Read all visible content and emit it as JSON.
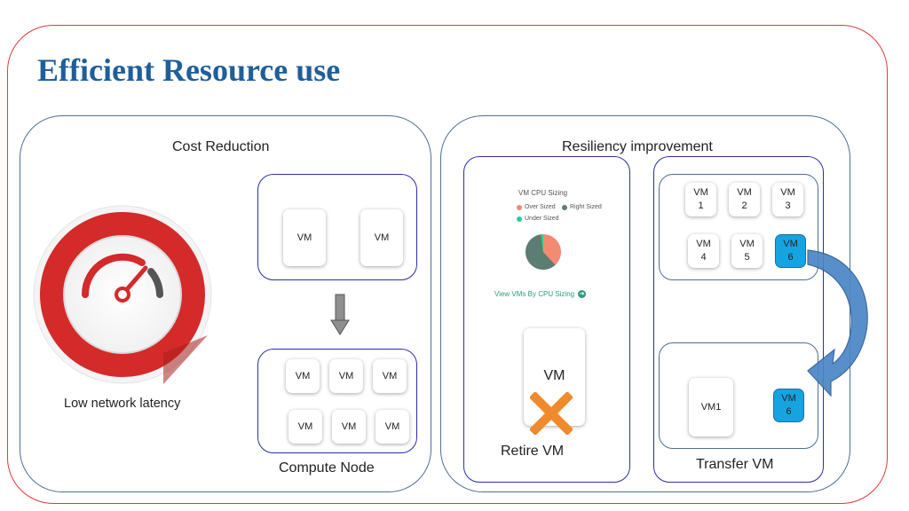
{
  "title": "Efficient Resource use",
  "cost": {
    "heading": "Cost Reduction",
    "latency_label": "Low network latency",
    "top_vms": [
      "VM",
      "VM"
    ],
    "node_vms": [
      "VM",
      "VM",
      "VM",
      "VM",
      "VM",
      "VM"
    ],
    "node_label": "Compute Node"
  },
  "resiliency": {
    "heading": "Resiliency improvement",
    "sizing": {
      "title": "VM CPU Sizing",
      "legend": [
        {
          "label": "Over Sized",
          "color": "#f28b72"
        },
        {
          "label": "Right Sized",
          "color": "#5b7d72"
        },
        {
          "label": "Under Sized",
          "color": "#2ecc8f"
        }
      ],
      "pie_values": [
        38,
        60,
        2
      ],
      "link": "View VMs By CPU Sizing"
    },
    "retire_vm": "VM",
    "retire_label": "Retire VM",
    "grid_vms": [
      "VM\n1",
      "VM\n2",
      "VM\n3",
      "VM\n4",
      "VM\n5",
      "VM\n6"
    ],
    "target_vms": [
      "VM1",
      "VM\n6"
    ],
    "transfer_label": "Transfer VM"
  },
  "colors": {
    "title": "#1f5f9a",
    "highlight_vm": "#16a4e0",
    "gauge_red": "#d42a2a",
    "cross": "#f08a2c",
    "arrow": "#4a86c6"
  }
}
